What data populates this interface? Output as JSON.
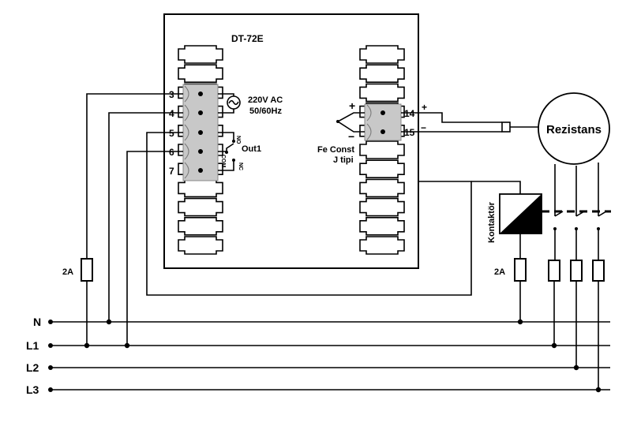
{
  "device": {
    "model": "DT-72E"
  },
  "terminals_left": [
    "3",
    "4",
    "5",
    "6",
    "7"
  ],
  "terminals_right": [
    "14",
    "15"
  ],
  "power": {
    "line1": "220V AC",
    "line2": "50/60Hz"
  },
  "relay": {
    "label": "Out1",
    "no": "NO",
    "com": "COM",
    "nc": "NC"
  },
  "sensor": {
    "line1": "Fe Const",
    "line2": "J tipi",
    "plus": "+",
    "minus": "−"
  },
  "heater": {
    "label": "Rezistans"
  },
  "contactor": {
    "label": "Kontaktör"
  },
  "fuses": {
    "left": "2A",
    "right": "2A"
  },
  "lines": [
    "N",
    "L1",
    "L2",
    "L3"
  ]
}
